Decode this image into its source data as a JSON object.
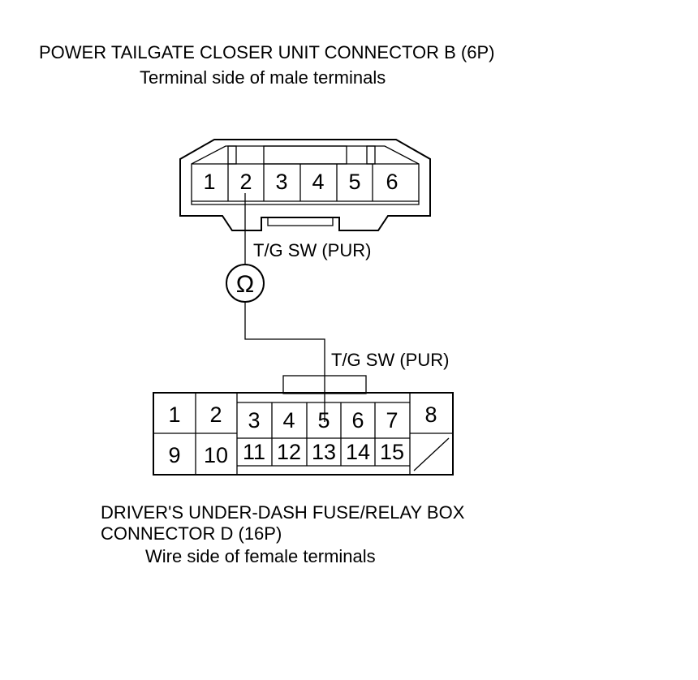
{
  "connector_b": {
    "title": "POWER TAILGATE CLOSER UNIT CONNECTOR B (6P)",
    "subtitle": "Terminal side of male terminals",
    "pins": [
      "1",
      "2",
      "3",
      "4",
      "5",
      "6"
    ]
  },
  "wire": {
    "upper_label": "T/G SW (PUR)",
    "lower_label": "T/G SW (PUR)",
    "meter_symbol": "Ω"
  },
  "connector_d": {
    "title_line1": "DRIVER'S UNDER-DASH FUSE/RELAY BOX",
    "title_line2": "CONNECTOR D (16P)",
    "subtitle": "Wire side of female terminals",
    "top_row": [
      "1",
      "2",
      "3",
      "4",
      "5",
      "6",
      "7",
      "8"
    ],
    "bottom_row": [
      "9",
      "10",
      "11",
      "12",
      "13",
      "14",
      "15"
    ]
  }
}
